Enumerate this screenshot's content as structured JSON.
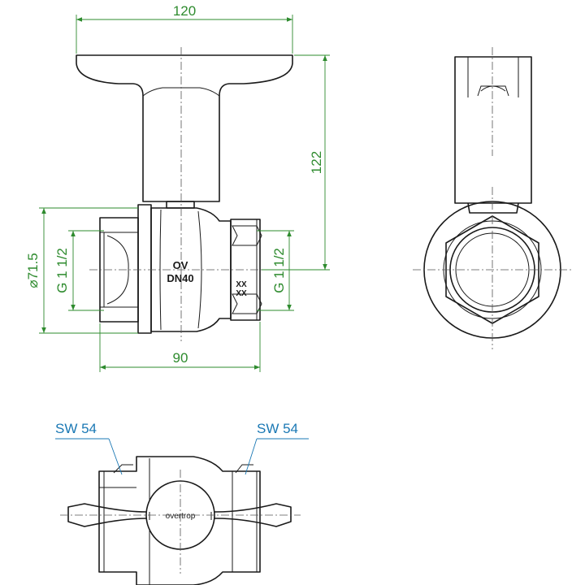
{
  "dimensions": {
    "handle_width": "120",
    "total_height": "122",
    "body_length": "90",
    "outer_diameter": "⌀71.5",
    "thread_left": "G 1 1/2",
    "thread_right": "G 1 1/2"
  },
  "markings": {
    "body_line1": "OV",
    "body_line2": "DN40",
    "side_mark1": "XX",
    "side_mark2": "XX",
    "brand": "overtrop"
  },
  "wrench_sizes": {
    "left": "SW 54",
    "right": "SW 54"
  },
  "colors": {
    "dimension": "#2e8b2e",
    "wrench_label": "#1a78b4",
    "outline": "#1a1a1a"
  }
}
